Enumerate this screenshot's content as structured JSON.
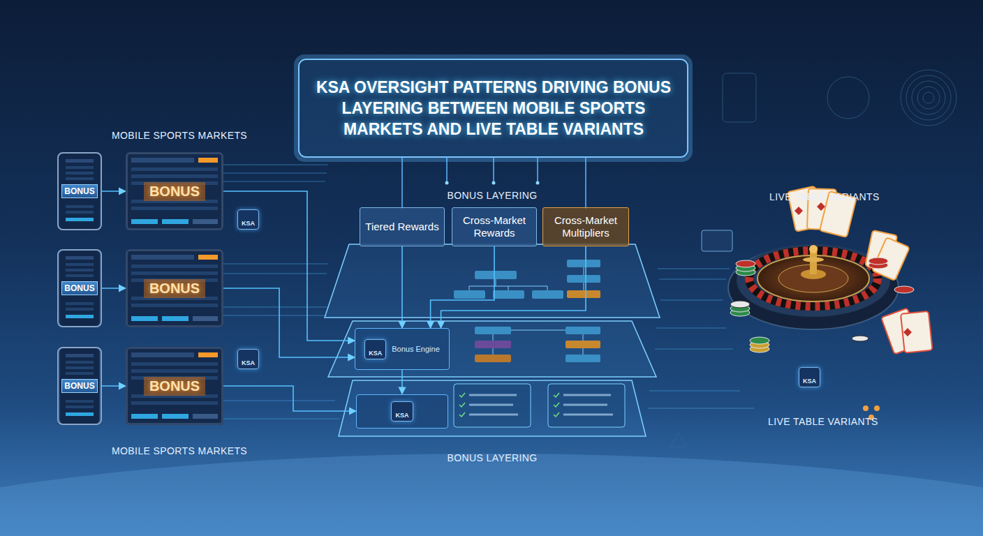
{
  "diagram": {
    "title": "KSA OVERSIGHT PATTERNS DRIVING BONUS LAYERING BETWEEN MOBILE SPORTS MARKETS AND LIVE TABLE VARIANTS",
    "nodes": [
      {
        "text": [
          "Tiered Rewards"
        ]
      },
      {
        "text": [
          "Cross-Market Rewards"
        ]
      },
      {
        "text": [
          "Cross-Market Multipliers"
        ]
      },
      {
        "text": [
          "KSA",
          "Bonus Engine"
        ]
      },
      {
        "text": [
          "BONUS"
        ]
      },
      {
        "text": [
          "BONUS"
        ]
      },
      {
        "text": [
          "BONUS"
        ]
      },
      {
        "text": [
          "BONUS"
        ]
      },
      {
        "text": [
          "BONUS"
        ]
      },
      {
        "text": [
          "BONUS"
        ]
      },
      {
        "text": [
          "KSA"
        ]
      }
    ],
    "edges": [
      {
        "from": 4,
        "to": 5,
        "arrow": "to"
      },
      {
        "from": 6,
        "to": 7,
        "arrow": "to"
      },
      {
        "from": 8,
        "to": 9,
        "arrow": "to"
      },
      {
        "from": 5,
        "to": 3,
        "arrow": "to"
      },
      {
        "from": 7,
        "to": 3,
        "arrow": "to"
      },
      {
        "from": 9,
        "to": 10,
        "arrow": "to"
      },
      {
        "from": 0,
        "to": 3,
        "arrow": "to"
      },
      {
        "from": 1,
        "to": 3,
        "arrow": "to"
      },
      {
        "from": 2,
        "to": 3,
        "arrow": "to"
      },
      {
        "from": 3,
        "to": 10,
        "arrow": "to"
      }
    ],
    "labels": [
      "MOBILE SPORTS MARKETS",
      "MOBILE SPORTS MARKETS",
      "BONUS LAYERING",
      "BONUS LAYERING",
      "LIVE TABLE VARIANTS",
      "LIVE TABLE VARIANTS",
      "KSA",
      "KSA",
      "KSA"
    ]
  }
}
